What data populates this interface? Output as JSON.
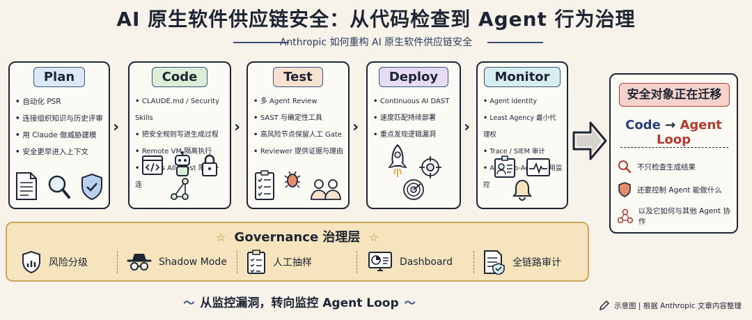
{
  "title": "AI 原生软件供应链安全：从代码检查到 Agent 行为治理",
  "subtitle": "Anthropic 如何重构 AI 原生软件供应链安全",
  "stages": [
    {
      "title": "Plan",
      "color": "#dbe8f8",
      "items": [
        "自动化 PSR",
        "连接组织知识与历史评审",
        "用 Claude 做威胁建模",
        "安全更早进入上下文"
      ]
    },
    {
      "title": "Code",
      "color": "#dcefd6",
      "items": [
        "CLAUDE.md / Security Skills",
        "把安全规则写进生成过程",
        "Remote VM 隔离执行",
        "Egress Allowlist 限制外连"
      ]
    },
    {
      "title": "Test",
      "color": "#f8e1cf",
      "items": [
        "多 Agent Review",
        "SAST 与确定性工具",
        "高风险节点保留人工 Gate",
        "Reviewer 提供证据与理由"
      ]
    },
    {
      "title": "Deploy",
      "color": "#e5dcf3",
      "items": [
        "Continuous AI DAST",
        "速度匹配持续部署",
        "重点发现逻辑漏洞"
      ]
    },
    {
      "title": "Monitor",
      "color": "#d6eeef",
      "items": [
        "Agent Identity",
        "Least Agency 最小代理权",
        "Trace / SIEM 审计",
        "Agent-to-Agent 调用监控"
      ]
    }
  ],
  "migration": {
    "title": "安全对象正在迁移",
    "from": "Code",
    "arrow": "→",
    "to": "Agent Loop",
    "points": [
      "不只检查生成结果",
      "还要控制 Agent 能做什么",
      "以及它如何与其他 Agent 协作"
    ]
  },
  "governance": {
    "star": "☆",
    "title": "Governance 治理层",
    "items": [
      "风险分级",
      "Shadow Mode",
      "人工抽样",
      "Dashboard",
      "全链路审计"
    ]
  },
  "bottom_tag": "从监控漏洞，转向监控 Agent Loop",
  "footnote": "示意图 | 根据 Anthropic 文章内容整理",
  "colors": {
    "ink": "#1d2433",
    "accent_blue": "#23407a",
    "accent_red": "#b23a2e",
    "gov_bg": "#f5e4bd"
  }
}
